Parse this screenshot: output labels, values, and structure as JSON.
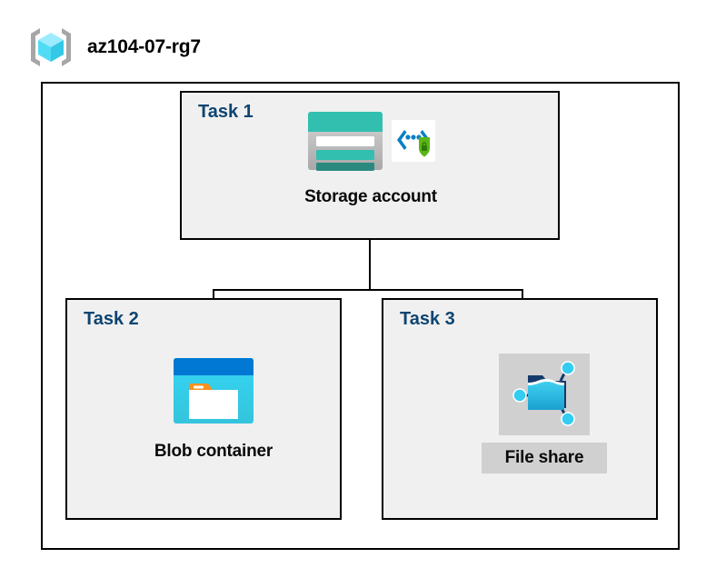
{
  "resource_group": {
    "icon": "resource-group-cube-icon",
    "name": "az104-07-rg7"
  },
  "tasks": [
    {
      "id": "task1",
      "label": "Task 1",
      "node": {
        "caption": "Storage account",
        "icons": [
          "storage-account-icon",
          "secure-endpoint-icon"
        ],
        "selected": false
      }
    },
    {
      "id": "task2",
      "label": "Task 2",
      "node": {
        "caption": "Blob container",
        "icons": [
          "blob-container-icon"
        ],
        "selected": false
      }
    },
    {
      "id": "task3",
      "label": "Task 3",
      "node": {
        "caption": "File share",
        "icons": [
          "file-share-icon"
        ],
        "selected": true
      }
    }
  ],
  "connections": [
    {
      "from": "task1",
      "to": "task2"
    },
    {
      "from": "task1",
      "to": "task3"
    }
  ],
  "colors": {
    "task_label": "#0d4471",
    "task_box_fill": "#f0f0f0",
    "border": "#000000",
    "selection_highlight": "#d0d0d0",
    "storage_teal": "#32bfb0",
    "storage_teal_dark": "#2a8a80",
    "blob_blue": "#0078d4",
    "blob_cyan": "#32d4f0",
    "blob_orange": "#f7921e",
    "file_share_cyan": "#32bfe8",
    "shield_green": "#5cb615",
    "cube_cyan": "#9cebff"
  }
}
